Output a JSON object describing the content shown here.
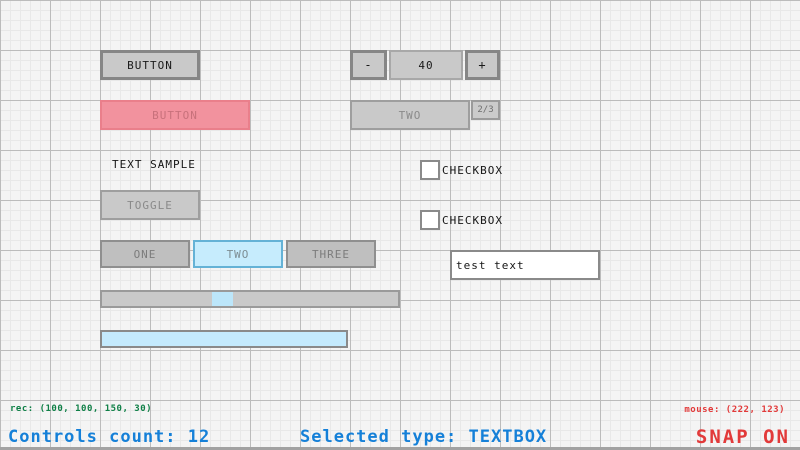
{
  "canvas": {
    "grid_bg": "#f4f4f4",
    "grid_minor": "#e8e8e8",
    "grid_major": "#bcbcbc"
  },
  "controls": {
    "button_default": {
      "label": "BUTTON"
    },
    "button_selected": {
      "label": "BUTTON"
    },
    "text_sample": {
      "text": "TEXT SAMPLE"
    },
    "toggle": {
      "label": "TOGGLE"
    },
    "tabs": {
      "items": [
        "ONE",
        "TWO",
        "THREE"
      ],
      "active": "TWO"
    },
    "spinner": {
      "decrement": "-",
      "value": "40",
      "increment": "+"
    },
    "cycle": {
      "value": "TWO",
      "index": "2/3"
    },
    "checkboxes": [
      {
        "label": "CHECKBOX",
        "checked": false
      },
      {
        "label": "CHECKBOX",
        "checked": false
      }
    ],
    "textbox": {
      "value": "test text"
    }
  },
  "statusbar": {
    "rec": "rec: (100, 100, 150, 30)",
    "controls_count": "Controls count: 12",
    "selected_type": "Selected type: TEXTBOX",
    "mouse": "mouse: (222, 123)",
    "snap": "SNAP ON"
  },
  "colors": {
    "accent_blue_fill": "#c6ecfd",
    "accent_blue_border": "#64b2d6",
    "selected_pink_fill": "#f2929e",
    "selected_pink_border": "#ea7f8b",
    "status_green": "#0e7f46",
    "status_blue": "#1580d8",
    "status_red": "#e23a3a"
  }
}
